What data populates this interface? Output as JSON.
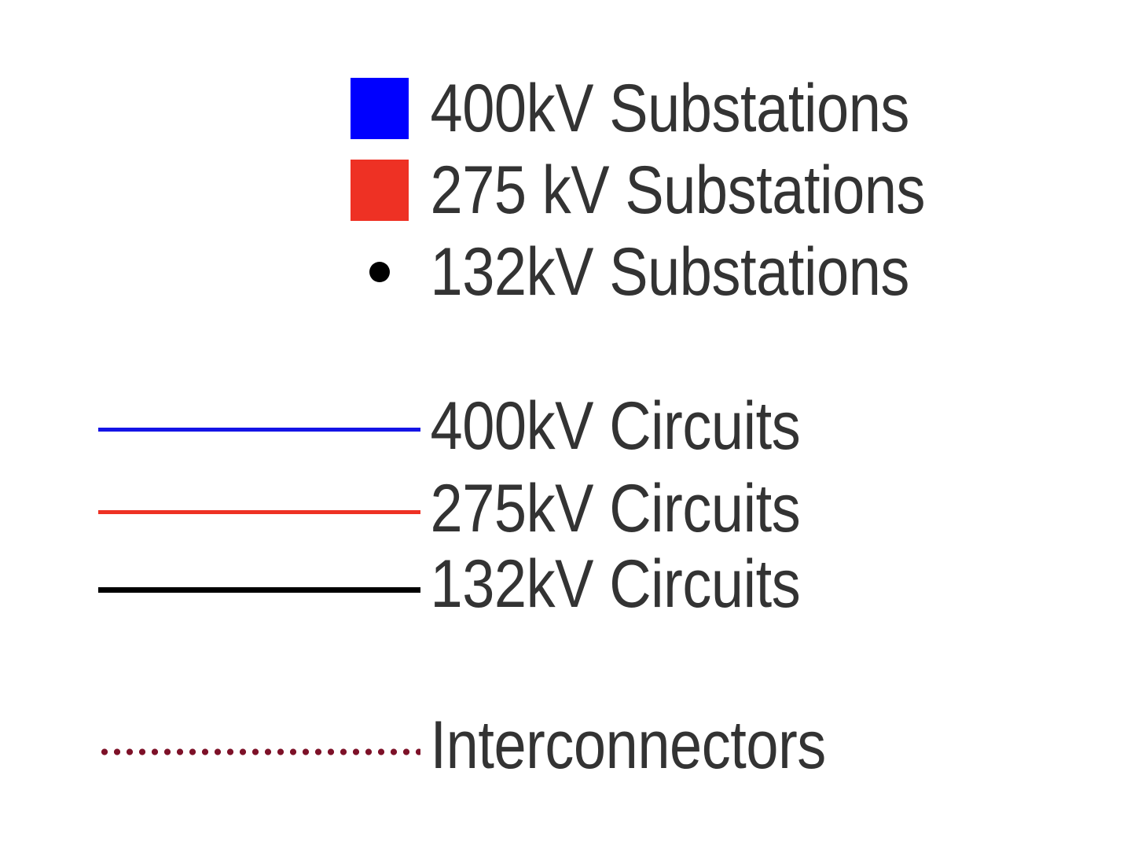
{
  "legend": {
    "background_color": "#ffffff",
    "text_color": "#333333",
    "point_items": [
      {
        "id": "substations-400kv",
        "label": "400kV Substations",
        "marker": "filled-square",
        "color": "#0000ff"
      },
      {
        "id": "substations-275kv",
        "label": "275 kV Substations",
        "marker": "filled-square",
        "color": "#ee3124"
      },
      {
        "id": "substations-132kv",
        "label": "132kV Substations",
        "marker": "filled-dot",
        "color": "#000000"
      }
    ],
    "line_items": [
      {
        "id": "circuits-400kv",
        "label": "400kV Circuits",
        "marker": "solid-line",
        "color": "#1414e6",
        "thickness": "5px"
      },
      {
        "id": "circuits-275kv",
        "label": "275kV Circuits",
        "marker": "solid-line",
        "color": "#ee3124",
        "thickness": "5px"
      },
      {
        "id": "circuits-132kv",
        "label": "132kV Circuits",
        "marker": "solid-line",
        "color": "#000000",
        "thickness": "7px"
      }
    ],
    "interconnector_items": [
      {
        "id": "interconnectors",
        "label": "Interconnectors",
        "marker": "dotted-line",
        "color": "#7d1128",
        "thickness": "9px"
      }
    ]
  }
}
